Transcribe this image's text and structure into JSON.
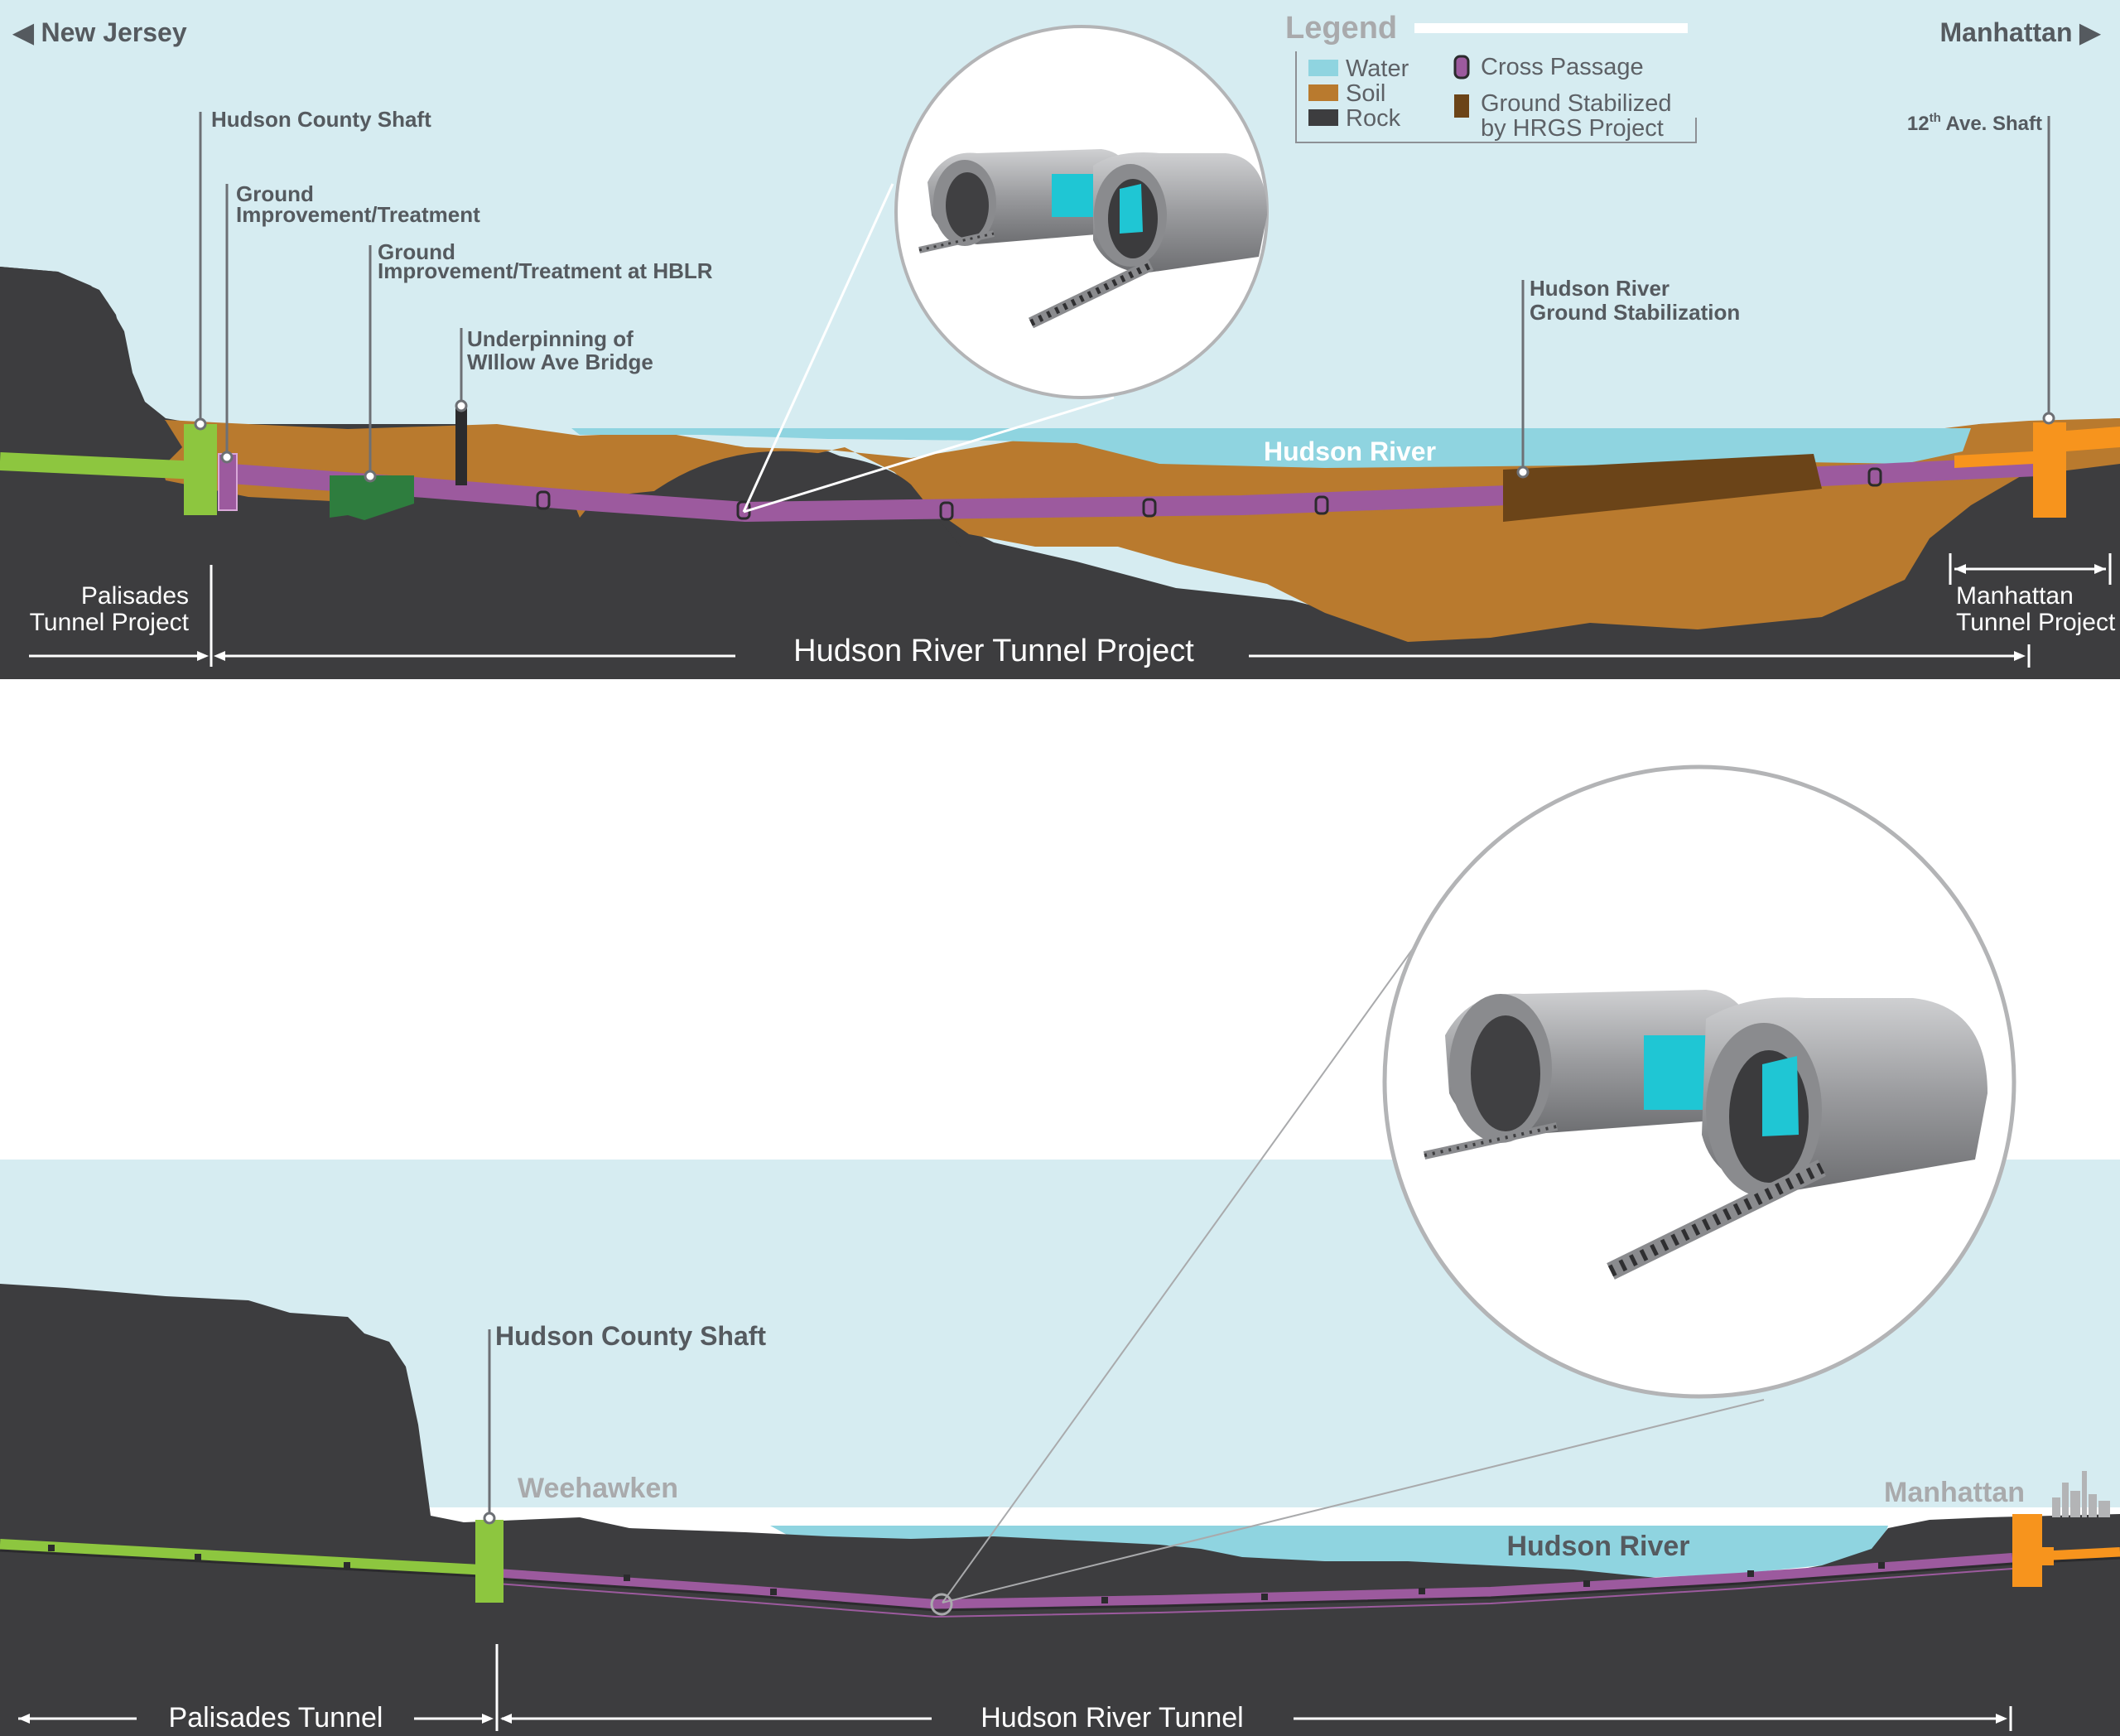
{
  "top": {
    "nav_left": "◀ New Jersey",
    "nav_right": "Manhattan ▶",
    "legend": {
      "title": "Legend",
      "items": [
        {
          "label": "Water",
          "color": "#8fd4e0"
        },
        {
          "label": "Soil",
          "color": "#b97a2e"
        },
        {
          "label": "Rock",
          "color": "#3d3d3f"
        },
        {
          "label": "Cross Passage",
          "color": "#9c5a9e"
        },
        {
          "label": "Ground Stabilized",
          "label2": "by HRGS Project",
          "color": "#6b4418"
        }
      ]
    },
    "callouts": {
      "hudson_county_shaft": "Hudson County Shaft",
      "ground_improvement_1": "Ground",
      "ground_improvement_2": "Improvement/Treatment",
      "hblr_1": "Ground",
      "hblr_2": "Improvement/Treatment at HBLR",
      "willow_1": "Underpinning of",
      "willow_2": "WIllow Ave Bridge",
      "hrgs_1": "Hudson River",
      "hrgs_2": "Ground Stabilization",
      "twelfth_base": "12",
      "twelfth_sup": "th",
      "twelfth_rest": " Ave. Shaft"
    },
    "river_label": "Hudson River",
    "spans": {
      "palisades_1": "Palisades",
      "palisades_2": "Tunnel Project",
      "hudson": "Hudson River Tunnel Project",
      "manhattan_1": "Manhattan",
      "manhattan_2": "Tunnel Project"
    }
  },
  "bottom": {
    "callout_shaft": "Hudson County Shaft",
    "place_left": "Weehawken",
    "place_right": "Manhattan",
    "river_label": "Hudson River",
    "spans": {
      "palisades": "Palisades Tunnel",
      "hudson": "Hudson River Tunnel"
    }
  },
  "colors": {
    "sky": "#d6ecf1",
    "water": "#8fd4e0",
    "soil": "#b97a2e",
    "rock": "#3d3d3f",
    "tunnel": "#9c5a9e",
    "palisades_green": "#8dc63f",
    "treatment_green": "#2e7d3e",
    "hrgs_brown": "#6b4418",
    "manhattan_orange": "#f7941d"
  }
}
